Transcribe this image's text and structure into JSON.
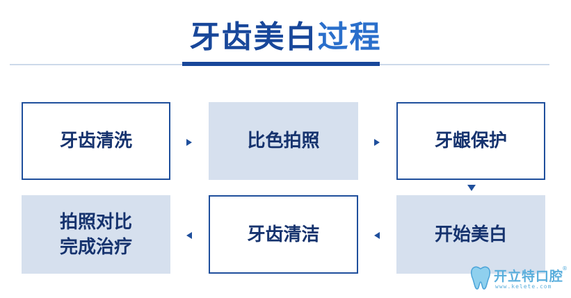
{
  "title": {
    "dark": "牙齿美白",
    "light": "过程"
  },
  "steps": {
    "s1": "牙齿清洗",
    "s2": "比色拍照",
    "s3": "牙龈保护",
    "s4": "开始美白",
    "s5": "牙齿清洁",
    "s6_line1": "拍照对比",
    "s6_line2": "完成治疗"
  },
  "watermark": {
    "brand": "开立特口腔",
    "url": "www.kelete.com",
    "reg": "®"
  },
  "colors": {
    "dark_blue": "#18479a",
    "light_blue": "#2a6fcb",
    "fill": "#d6e0ee",
    "watermark": "#5aaedc"
  }
}
